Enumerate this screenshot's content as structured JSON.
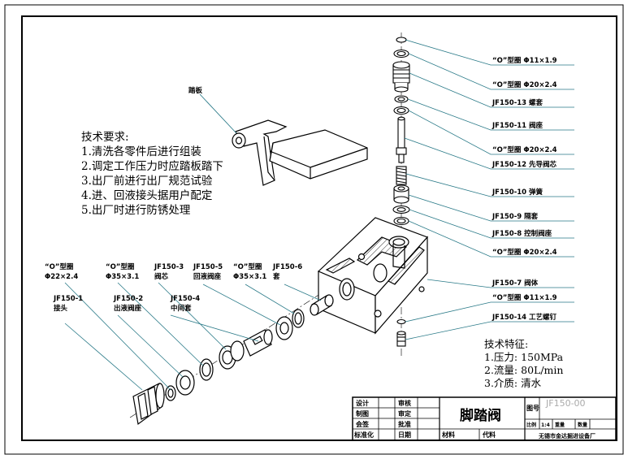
{
  "pedal_label": "踏板",
  "requirements": {
    "title": "技术要求:",
    "items": [
      "1.清洗各零件后进行组装",
      "2.调定工作压力时应踏板踏下",
      "3.出厂前进行出厂规范试验",
      "4.进、回液接头据用户配定",
      "5.出厂时进行防锈处理"
    ]
  },
  "specs": {
    "title": "技术特征:",
    "items": [
      "1.压力: 150MPa",
      "2.流量: 80L/min",
      "3.介质: 清水"
    ]
  },
  "right_callouts": [
    "“O”型圈  Φ11×1.9",
    "“O”型圈  Φ20×2.4",
    "JF150-13 螺套",
    "JF150-11 阀座",
    "“O”型圈  Φ20×2.4",
    "JF150-12 先导阀芯",
    "JF150-10 弹簧",
    "JF150-9 隔套",
    "JF150-8 控制阀座",
    "“O”型圈  Φ20×2.4",
    "JF150-7 阀体",
    "“O”型圈  Φ11×1.9",
    "JF150-14 工艺螺钉"
  ],
  "left_callouts": {
    "oring_22": [
      "“O”型圈",
      "Φ22×2.4"
    ],
    "jf150_1": [
      "JF150-1",
      "接头"
    ],
    "oring_35a": [
      "“O”型圈",
      "Φ35×3.1"
    ],
    "jf150_2": [
      "JF150-2",
      "出液阀座"
    ],
    "jf150_3": [
      "JF150-3",
      "阀芯"
    ],
    "jf150_4": [
      "JF150-4",
      "中间套"
    ],
    "jf150_5": [
      "JF150-5",
      "回液阀座"
    ],
    "oring_35b": [
      "“O”型圈",
      "Φ35×3.1"
    ],
    "jf150_6": [
      "JF150-6",
      "套"
    ]
  },
  "title_block": {
    "row_labels": [
      "设计",
      "制图",
      "会签",
      "标准化"
    ],
    "mid_labels": [
      "审核",
      "审定",
      "批准",
      "日期"
    ],
    "title": "脚踏阀",
    "material": "材料",
    "code": "代料",
    "drawing_no_label": "图号",
    "drawing_no": "JF150-00",
    "scale_label": "比例",
    "scale": "1:4",
    "weight_label": "重量",
    "quantity_label": "数量",
    "company": "无锡市金达掘进设备厂"
  }
}
